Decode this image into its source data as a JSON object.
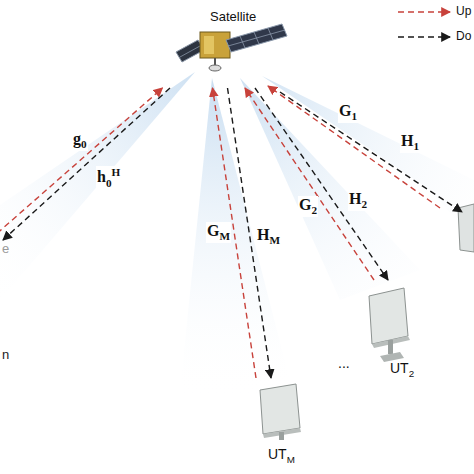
{
  "diagram": {
    "nodes": [
      {
        "text": [
          "Satellite"
        ]
      },
      {
        "text": [
          "e",
          "n"
        ]
      },
      {
        "text": [
          "UT2"
        ]
      },
      {
        "text": [
          "UTM"
        ]
      }
    ],
    "edges": [
      {
        "from": 1,
        "to": 0,
        "arrow": "to",
        "label": "g0"
      },
      {
        "from": 0,
        "to": 1,
        "arrow": "to",
        "label": "h0H"
      },
      {
        "from": 3,
        "to": 0,
        "arrow": "to",
        "label": "GM"
      },
      {
        "from": 0,
        "to": 3,
        "arrow": "to",
        "label": "HM"
      },
      {
        "from": 2,
        "to": 0,
        "arrow": "to",
        "label": "G2"
      },
      {
        "from": 0,
        "to": 2,
        "arrow": "to",
        "label": "H2"
      }
    ],
    "labels": [
      "G1",
      "H1",
      "..."
    ],
    "legend": [
      {
        "text": "Up"
      },
      {
        "text": "Do"
      }
    ]
  }
}
